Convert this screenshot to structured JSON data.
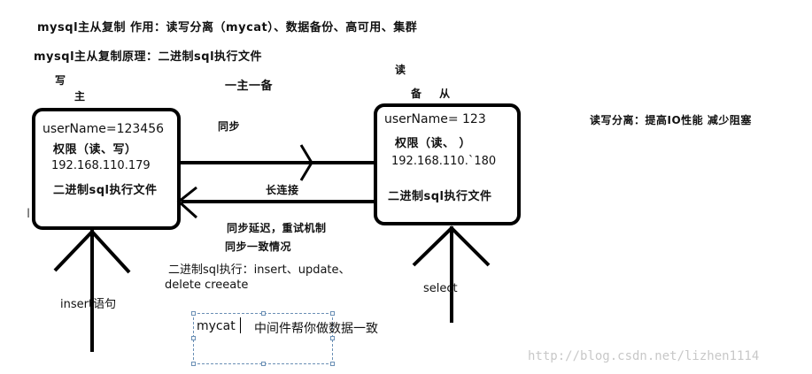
{
  "heading1": "mysql主从复制 作用：读写分离（mycat）、数据备份、高可用、集群",
  "heading2": "mysql主从复制原理：二进制sql执行文件",
  "master": {
    "label_write": "写",
    "label_role": "主",
    "username": "userName=123456",
    "permissions": "权限（读、写）",
    "ip": "192.168.110.179",
    "binlog": "二进制sql执行文件"
  },
  "slave": {
    "label_read": "读",
    "label_role": "备 从",
    "username": "userName= 123",
    "permissions": "权限（读、 ）",
    "ip": "192.168.110.`180",
    "binlog": "二进制sql执行文件"
  },
  "one_master_one_slave": "一主一备",
  "sync": "同步",
  "long_connection": "长连接",
  "notes": {
    "sync_delay": "同步延迟，重试机制",
    "sync_consistency": "同步一致情况",
    "binlog_exec": "二进制sql执行：insert、update、",
    "binlog_exec2": "delete creeate"
  },
  "insert_label": "insert语句",
  "select_label": "select",
  "rw_split_note": "读写分离：提高IO性能  减少阻塞",
  "mycat_box": {
    "text": "mycat",
    "desc": "中间件帮你做数据一致"
  },
  "stray_mark": "I",
  "watermark": "http://blog.csdn.net/lizhen1114"
}
